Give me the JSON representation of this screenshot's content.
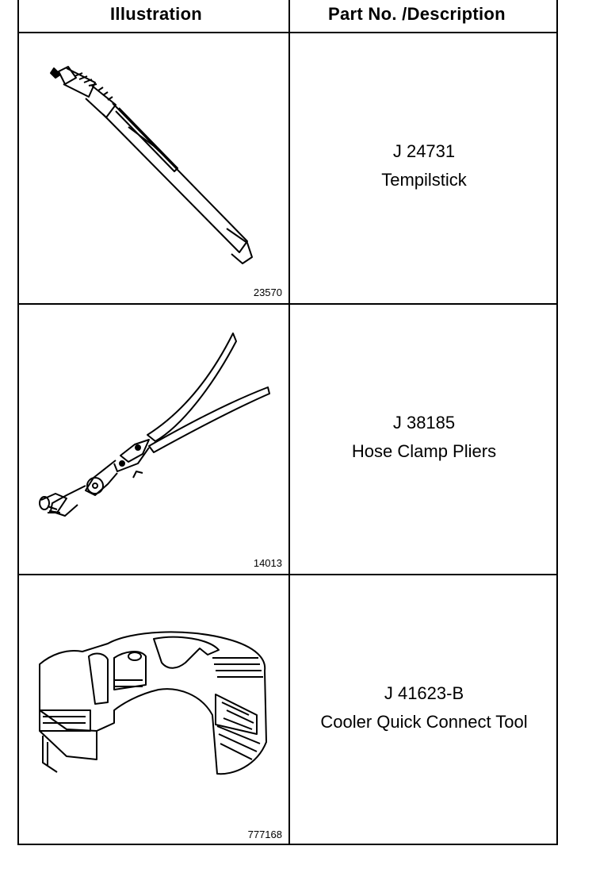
{
  "headers": {
    "illustration": "Illustration",
    "part_description": "Part No. /Description"
  },
  "tools": [
    {
      "figure_number": "23570",
      "part_number": "J 24731",
      "description": "Tempilstick",
      "illustration_icon": "tempilstick-drawing"
    },
    {
      "figure_number": "14013",
      "part_number": "J 38185",
      "description": "Hose Clamp Pliers",
      "illustration_icon": "hose-clamp-pliers-drawing"
    },
    {
      "figure_number": "777168",
      "part_number": "J 41623-B",
      "description": "Cooler Quick Connect Tool",
      "illustration_icon": "quick-connect-tool-drawing"
    }
  ]
}
